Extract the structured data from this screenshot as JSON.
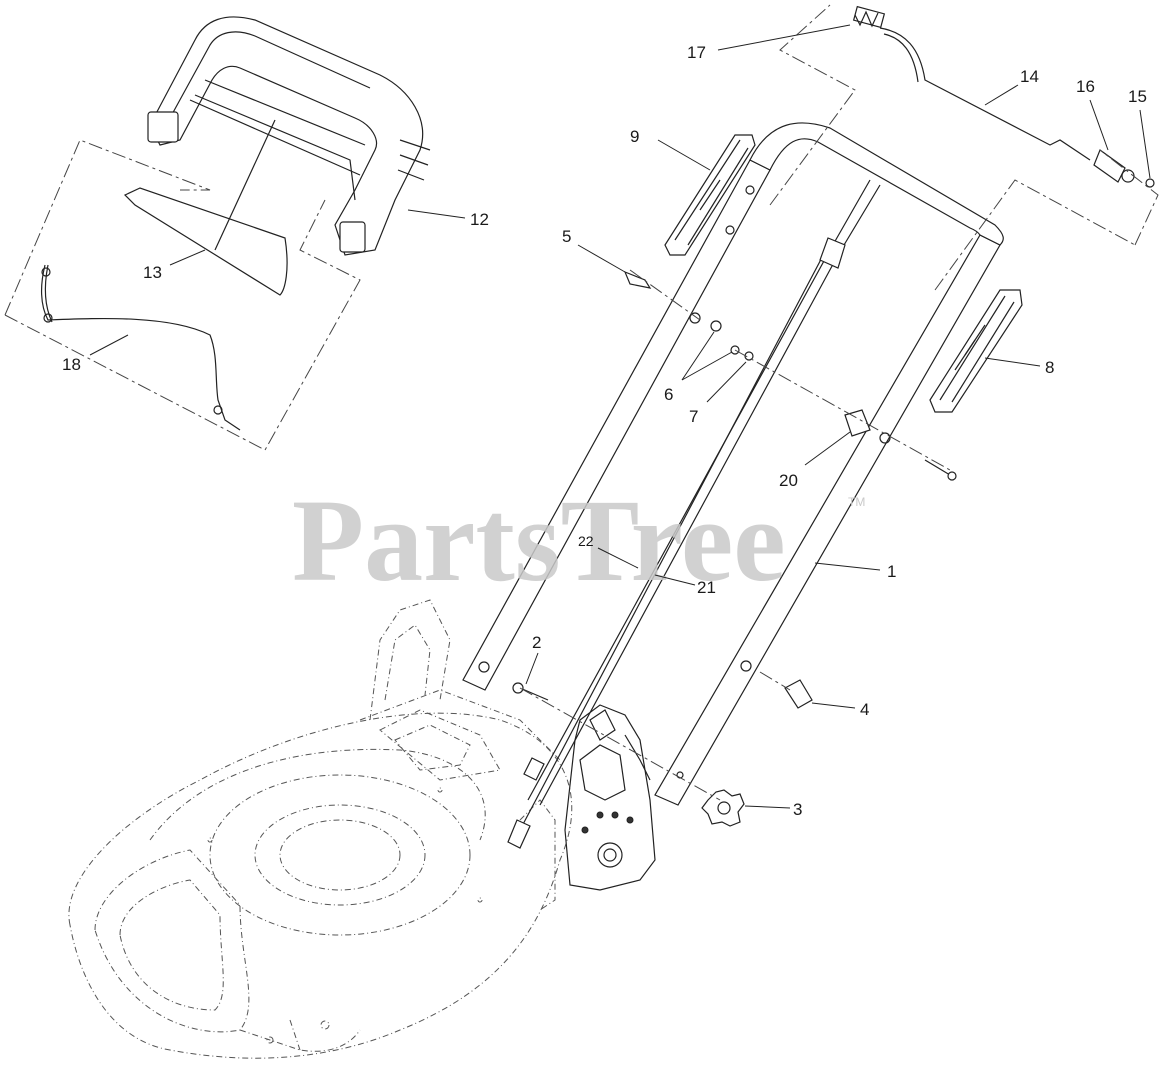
{
  "watermark": {
    "text": "PartsTree",
    "trademark": "TM"
  },
  "callouts": {
    "c1": "1",
    "c2": "2",
    "c3": "3",
    "c4": "4",
    "c5": "5",
    "c6": "6",
    "c7": "7",
    "c8": "8",
    "c9": "9",
    "c12": "12",
    "c13": "13",
    "c14": "14",
    "c15": "15",
    "c16": "16",
    "c17": "17",
    "c18": "18",
    "c20": "20",
    "c21": "21",
    "c22": "22"
  }
}
